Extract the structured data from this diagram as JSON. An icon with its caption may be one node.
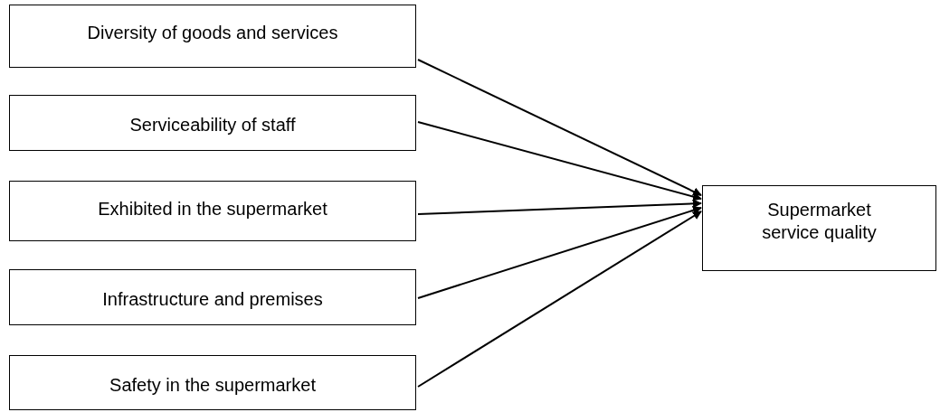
{
  "diagram": {
    "nodes": [
      {
        "text": [
          "Diversity of goods and services"
        ]
      },
      {
        "text": [
          "Serviceability of staff"
        ]
      },
      {
        "text": [
          "Exhibited in the supermarket"
        ]
      },
      {
        "text": [
          "Infrastructure and premises"
        ]
      },
      {
        "text": [
          "Safety in the supermarket"
        ]
      },
      {
        "text": [
          "Supermarket service quality"
        ]
      }
    ],
    "edges": [
      {
        "from": 0,
        "to": 5,
        "arrow": "to"
      },
      {
        "from": 1,
        "to": 5,
        "arrow": "to"
      },
      {
        "from": 2,
        "to": 5,
        "arrow": "to"
      },
      {
        "from": 3,
        "to": 5,
        "arrow": "to"
      },
      {
        "from": 4,
        "to": 5,
        "arrow": "to"
      }
    ]
  }
}
